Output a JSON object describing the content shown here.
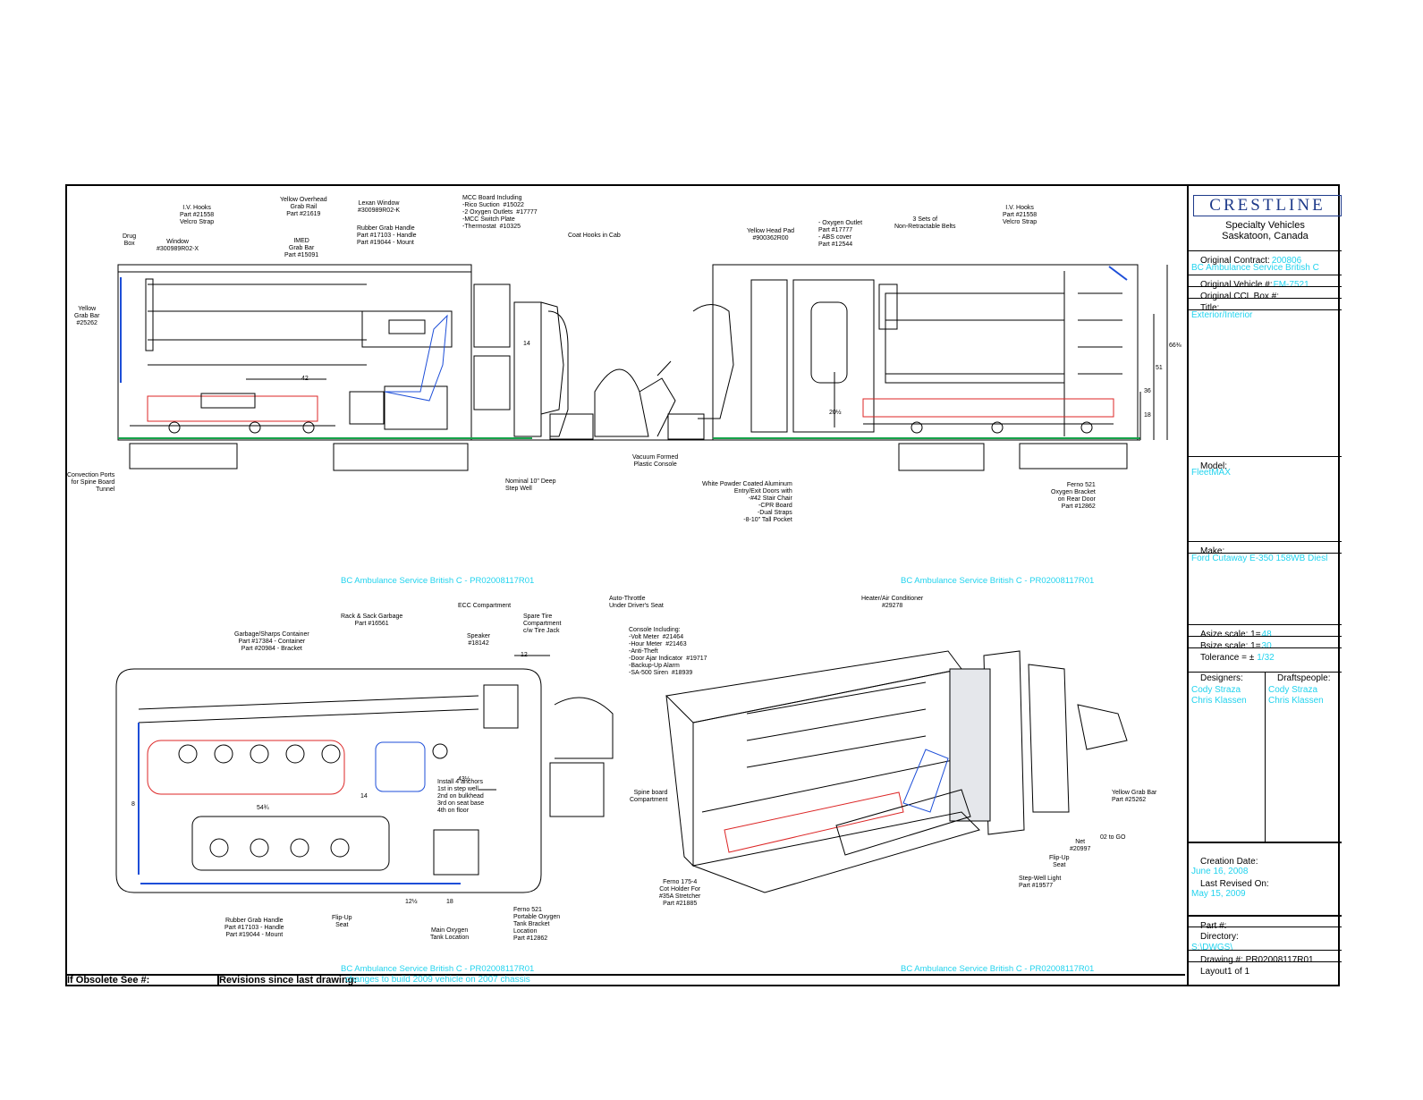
{
  "title_block": {
    "logo": "CRESTLINE",
    "company_line1": "Specialty Vehicles",
    "company_line2": "Saskatoon, Canada",
    "original_contract_label": "Original Contract:",
    "original_contract_value": "200806",
    "customer": "BC Ambulance Service British C",
    "original_vehicle_label": "Original Vehicle #:",
    "original_vehicle_value": "FM-7521",
    "original_ccl_label": "Original CCL Box #:",
    "title_label": "Title:",
    "title_value": "Exterior/Interior",
    "model_label": "Model:",
    "model_value": "FleetMAX",
    "make_label": "Make:",
    "make_value": "Ford Cutaway E-350 158WB Diesl",
    "asize_label": "Asize scale:  1=",
    "asize_value": "48",
    "bsize_label": "Bsize scale:  1=",
    "bsize_value": "30",
    "tolerance_label": "Tolerance = ±",
    "tolerance_value": "1/32",
    "designers_label": "Designers:",
    "draftspeople_label": "Draftspeople:",
    "designers": [
      "Cody Straza",
      "Chris Klassen"
    ],
    "draftspeople": [
      "Cody Straza",
      "Chris Klassen"
    ],
    "creation_date_label": "Creation Date:",
    "creation_date_value": "June 16, 2008",
    "last_revised_label": "Last Revised On:",
    "last_revised_value": "May 15, 2009",
    "part_label": "Part #:",
    "directory_label": "Directory:",
    "directory_value": "S:\\DWGS\\",
    "drawing_label": "Drawing #: PR02008117R01",
    "layout_label": "Layout1 of 1"
  },
  "footer": {
    "obsolete_label": "If Obsolete See #:",
    "revisions_label": "Revisions since last drawing:",
    "revisions_text": "changes to build 2009 vehicle on 2007 chassis"
  },
  "view_captions": {
    "top_left": "BC Ambulance Service British C - PR02008117R01",
    "top_right": "BC Ambulance Service British C - PR02008117R01",
    "bottom_left": "BC Ambulance Service British C - PR02008117R01",
    "bottom_right": "BC Ambulance Service British C - PR02008117R01"
  },
  "callouts_side_left": {
    "drug_box": "Drug\nBox",
    "window": "Window\n#300989R02-X",
    "iv_hooks": "I.V. Hooks\nPart #21558\nVelcro Strap",
    "yellow_overhead": "Yellow Overhead\nGrab Rail\nPart #21619",
    "imed": "IMED\nGrab Bar\nPart #15091",
    "lexan": "Lexan Window\n#300989R02-K",
    "rubber_grab": "Rubber Grab Handle\nPart #17103 - Handle\nPart #19044 - Mount",
    "mcc_board": "MCC Board Including\n-Rico Suction  #15022\n-2 Oxygen Outlets  #17777\n-MCC Switch Plate\n-Thermostat  #10325",
    "coat_hooks": "Coat Hooks in Cab",
    "yellow_grab_bar": "Yellow\nGrab Bar\n#25262",
    "convection": "Convection Ports\nfor Spine Board\nTunnel",
    "step_well": "Nominal 10\" Deep\nStep Well",
    "vacuum_console": "Vacuum Formed\nPlastic Console"
  },
  "callouts_side_right": {
    "yellow_head_pad": "Yellow Head Pad\n#900362R00",
    "oxygen_outlet": "- Oxygen Outlet\nPart #17777\n- ABS cover\nPart #12544",
    "belts": "3 Sets of\nNon-Retractable Belts",
    "iv_hooks": "I.V. Hooks\nPart #21558\nVelcro Strap",
    "white_powder": "White Powder Coated Aluminum\nEntry/Exit Doors with\n-#42 Stair Chair\n-CPR Board\n-Dual Straps\n-8-10\" Tall Pocket",
    "ferno_521": "Ferno 521\nOxygen Bracket\non Rear Door\nPart #12862"
  },
  "callouts_plan": {
    "rack_sack": "Rack & Sack Garbage\nPart #16561",
    "ecc": "ECC Compartment",
    "garbage_sharps": "Garbage/Sharps Container\nPart #17384 - Container\nPart #20984 - Bracket",
    "speaker": "Speaker\n#18142",
    "spare_tire": "Spare Tire\nCompartment\nc/w Tire Jack",
    "auto_throttle": "Auto-Throttle\nUnder Driver's Seat",
    "console": "Console Including:\n-Volt Meter  #21464\n-Hour Meter  #21463\n-Anti-Theft\n-Door Ajar Indicator  #19717\n-Backup-Up Alarm\n-SA-500 Siren  #18939",
    "install_anchors": "Install 4 anchors\n1st in step well\n2nd on bulkhead\n3rd on seat base\n4th on floor",
    "rubber_grab": "Rubber Grab Handle\nPart #17103 - Handle\nPart #19044 - Mount",
    "flip_up_seat": "Flip-Up\nSeat",
    "main_oxygen": "Main Oxygen\nTank Location",
    "ferno_521": "Ferno 521\nPortable Oxygen\nTank Bracket\nLocation\nPart #12862"
  },
  "callouts_iso": {
    "heater": "Heater/Air Conditioner\n#29278",
    "spine_board": "Spine board\nCompartment",
    "yellow_grab_bar": "Yellow Grab Bar\nPart #25262",
    "o2_to_go": "02 to GO",
    "net": "Net\n#20997",
    "flip_up": "Flip-Up\nSeat",
    "step_well_light": "Step-Well Light\nPart #19577",
    "ferno_175": "Ferno 175-4\nCot Holder For\n#35A Stretcher\nPart #21885"
  },
  "dimensions": {
    "d42": "42",
    "d14": "14",
    "d20": "20½",
    "d66": "66⅜",
    "d51": "51",
    "d36": "36",
    "d18": "18",
    "p12": "12",
    "p14": "14",
    "p8": "8",
    "p43": "43½",
    "p12b": "12½",
    "p18": "18",
    "p544": "54¾"
  },
  "colors": {
    "accent_cyan": "#22d3ee",
    "logo_blue": "#1e3a8a",
    "stretcher_red": "#dc2626",
    "seat_blue": "#1d4ed8",
    "floor_green": "#16a34a"
  }
}
